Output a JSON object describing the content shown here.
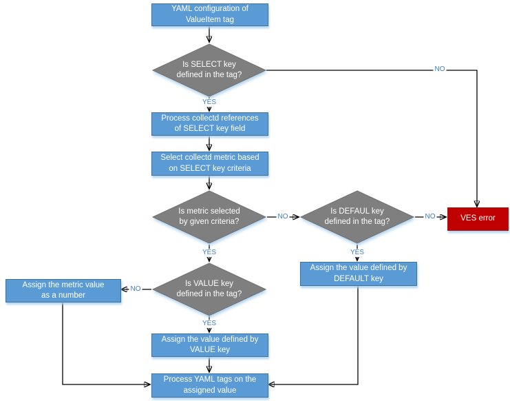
{
  "colors": {
    "background": "#FFFFFF",
    "process_fill": "#5B9BD5",
    "process_border": "#41719C",
    "decision_fill": "#7F7F7F",
    "decision_border": "#717171",
    "error_fill": "#C00000",
    "error_border": "#9E1B1B",
    "edge_label_color": "#3F7CC1",
    "line_color": "#000000",
    "node_text_color": "#FFFFFF"
  },
  "nodes": {
    "start": {
      "type": "process",
      "lines": [
        "YAML configuration of",
        "ValueItem tag"
      ]
    },
    "d_select": {
      "type": "decision",
      "lines": [
        "Is SELECT key",
        "defined in the tag?"
      ]
    },
    "p_refs": {
      "type": "process",
      "lines": [
        "Process collectd references",
        "of SELECT key field"
      ]
    },
    "p_select_metric": {
      "type": "process",
      "lines": [
        "Select collectd metric based",
        "on SELECT key criteria"
      ]
    },
    "d_metric": {
      "type": "decision",
      "lines": [
        "Is metric selected",
        "by given criteria?"
      ]
    },
    "d_default": {
      "type": "decision",
      "lines": [
        "Is DEFAUL key",
        "defined in the tag?"
      ]
    },
    "ves_error": {
      "type": "error",
      "lines": [
        "VES error"
      ]
    },
    "p_default": {
      "type": "process",
      "lines": [
        "Assign the value defined by",
        "DEFAULT key"
      ]
    },
    "d_value": {
      "type": "decision",
      "lines": [
        "Is VALUE key",
        "defined in the tag?"
      ]
    },
    "p_metric_value": {
      "type": "process",
      "lines": [
        "Assign the metric value",
        "as a number"
      ]
    },
    "p_value": {
      "type": "process",
      "lines": [
        "Assign the value defined by",
        "VALUE key"
      ]
    },
    "p_yaml": {
      "type": "process",
      "lines": [
        "Process YAML tags on the",
        "assigned value"
      ]
    }
  },
  "edge_labels": {
    "yes": "YES",
    "no": "NO"
  }
}
